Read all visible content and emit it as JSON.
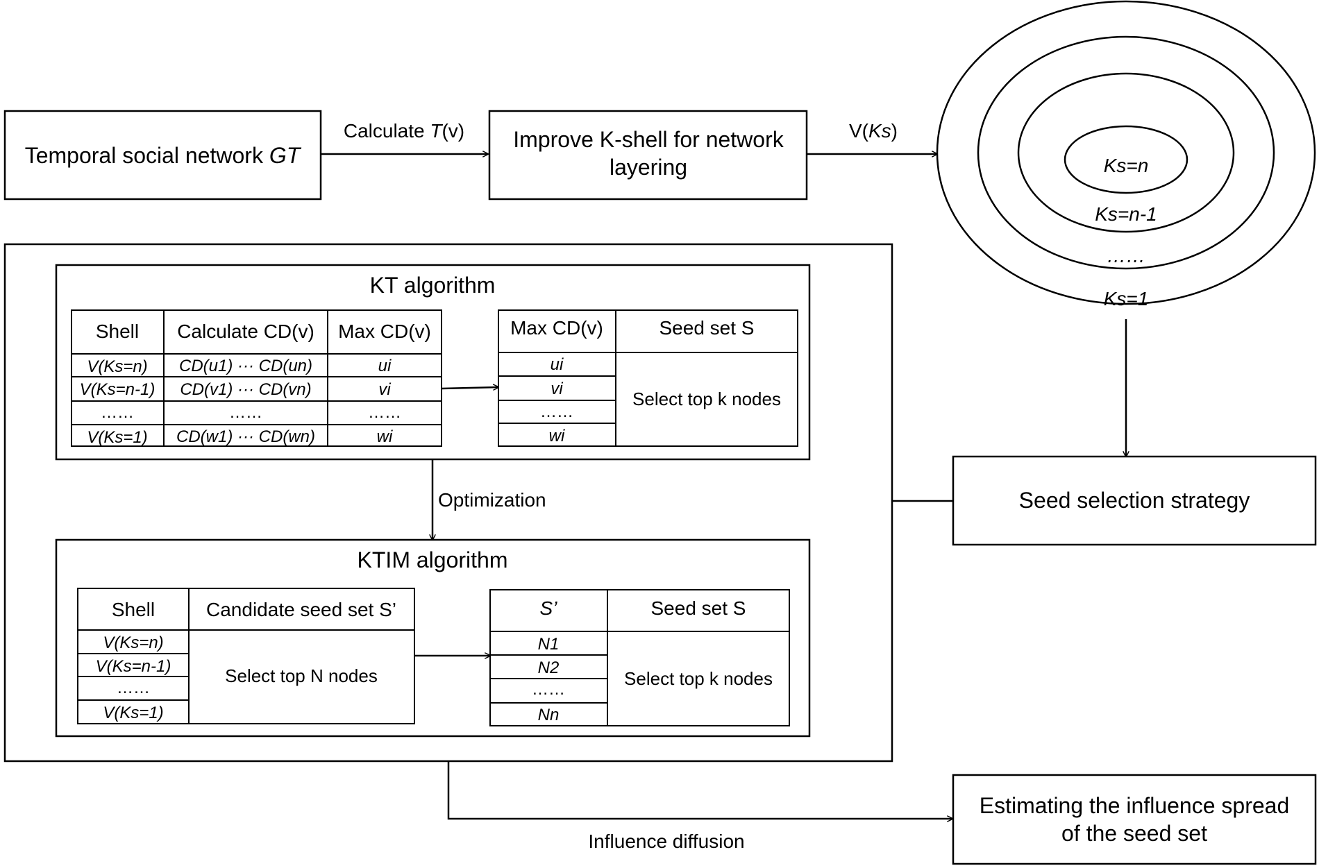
{
  "nodes": {
    "temporal_network": {
      "label": "Temporal social network ",
      "var": "GT"
    },
    "improve_kshell": {
      "line1": "Improve K-shell for network",
      "line2": "layering"
    },
    "seed_strategy": {
      "label": "Seed selection strategy"
    },
    "estimate": {
      "line1": "Estimating the influence spread",
      "line2": "of the seed set"
    }
  },
  "edges": {
    "calc_t": {
      "prefix": "Calculate ",
      "var": "T",
      "arg": "(v)"
    },
    "v_ks": {
      "prefix": "V(",
      "var": "Ks",
      "suffix": ")"
    },
    "optimization": "Optimization",
    "influence_diffusion": "Influence diffusion"
  },
  "shells": {
    "inner": "Ks=n",
    "second": "Ks=n-1",
    "dots": "……",
    "outer": "Ks=1"
  },
  "kt": {
    "title": "KT algorithm",
    "table1": {
      "headers": [
        "Shell",
        "Calculate CD(v)",
        "Max CD(v)"
      ],
      "rows": [
        [
          "V(Ks=n)",
          "CD(u1) ··· CD(un)",
          "ui"
        ],
        [
          "V(Ks=n-1)",
          "CD(v1) ··· CD(vn)",
          "vi"
        ],
        [
          "……",
          "……",
          "……"
        ],
        [
          "V(Ks=1)",
          "CD(w1) ··· CD(wn)",
          "wi"
        ]
      ]
    },
    "table2": {
      "headers": [
        "Max CD(v)",
        "Seed set S"
      ],
      "col1": [
        "ui",
        "vi",
        "……",
        "wi"
      ],
      "merged": "Select top k nodes"
    }
  },
  "ktim": {
    "title": "KTIM algorithm",
    "table1": {
      "headers": [
        "Shell",
        "Candidate seed set  S’"
      ],
      "col1": [
        "V(Ks=n)",
        "V(Ks=n-1)",
        "……",
        "V(Ks=1)"
      ],
      "merged": "Select top N nodes"
    },
    "table2": {
      "headers": [
        "S’",
        "Seed set S"
      ],
      "col1": [
        "N1",
        "N2",
        "……",
        "Nn"
      ],
      "merged": "Select top k nodes"
    }
  }
}
